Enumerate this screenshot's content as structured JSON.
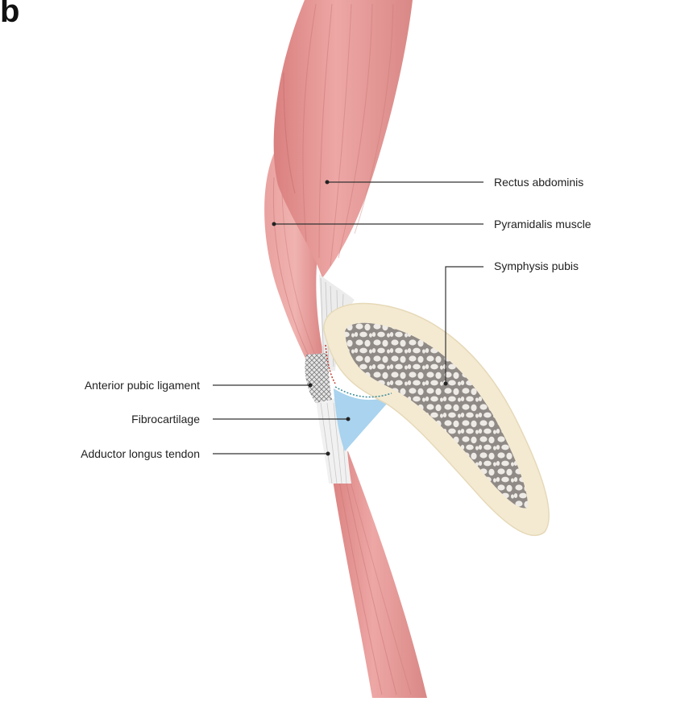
{
  "figure": {
    "panel_letter": "b",
    "labels": {
      "rectus_abdominis": "Rectus abdominis",
      "pyramidalis_muscle": "Pyramidalis muscle",
      "symphysis_pubis": "Symphysis pubis",
      "anterior_pubic_ligament": "Anterior pubic ligament",
      "fibrocartilage": "Fibrocartilage",
      "adductor_longus_tendon": "Adductor longus tendon"
    }
  },
  "colors": {
    "muscle": "#e59a98",
    "muscle_dark": "#cf7d7c",
    "bone_cortex": "#f4ead2",
    "bone_trabecular": "#8f8a86",
    "fibrocartilage": "#a9d3ee",
    "ligament": "#cfcfcf",
    "leader_line": "#333333"
  }
}
